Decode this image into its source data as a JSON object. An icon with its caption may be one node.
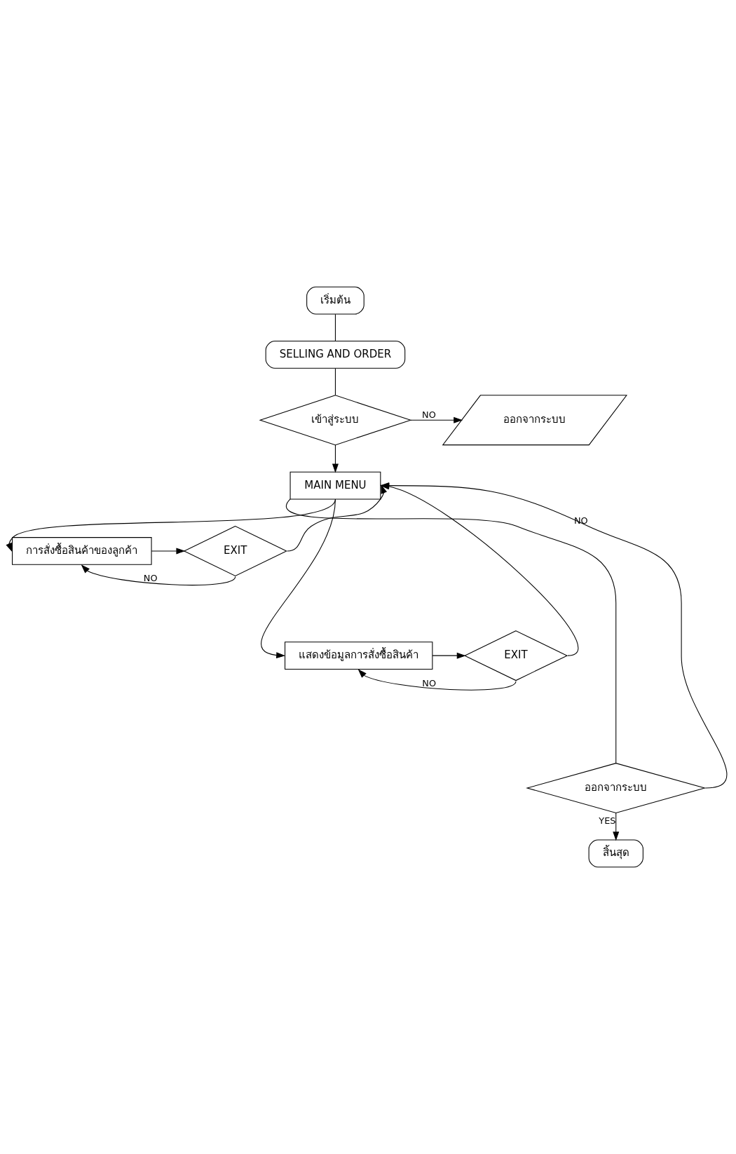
{
  "diagram": {
    "nodes": [
      {
        "text": [
          "เริ่มต้น"
        ]
      },
      {
        "text": [
          "SELLING AND ORDER"
        ]
      },
      {
        "text": [
          "เข้าสู่ระบบ"
        ]
      },
      {
        "text": [
          "ออกจากระบบ"
        ]
      },
      {
        "text": [
          "MAIN MENU"
        ]
      },
      {
        "text": [
          "การสั่งซื้อสินค้าของลูกค้า"
        ]
      },
      {
        "text": [
          "EXIT"
        ]
      },
      {
        "text": [
          "แสดงข้อมูลการสั่งซื้อสินค้า"
        ]
      },
      {
        "text": [
          "EXIT"
        ]
      },
      {
        "text": [
          "ออกจากระบบ"
        ]
      },
      {
        "text": [
          "สิ้นสุด"
        ]
      }
    ],
    "edges": [
      {
        "from": 0,
        "to": 1,
        "arrow": "none"
      },
      {
        "from": 1,
        "to": 2,
        "arrow": "none"
      },
      {
        "from": 2,
        "to": 3,
        "arrow": "to",
        "label": "NO"
      },
      {
        "from": 2,
        "to": 4,
        "arrow": "to"
      },
      {
        "from": 4,
        "to": 5,
        "arrow": "to"
      },
      {
        "from": 5,
        "to": 6,
        "arrow": "to"
      },
      {
        "from": 6,
        "to": 5,
        "arrow": "to",
        "label": "NO"
      },
      {
        "from": 6,
        "to": 4,
        "arrow": "to"
      },
      {
        "from": 4,
        "to": 7,
        "arrow": "to"
      },
      {
        "from": 7,
        "to": 8,
        "arrow": "to"
      },
      {
        "from": 8,
        "to": 7,
        "arrow": "to",
        "label": "NO"
      },
      {
        "from": 8,
        "to": 4,
        "arrow": "to"
      },
      {
        "from": 4,
        "to": 9,
        "arrow": "none"
      },
      {
        "from": 9,
        "to": 4,
        "arrow": "to",
        "label": "NO"
      },
      {
        "from": 9,
        "to": 10,
        "arrow": "to",
        "label": "YES"
      }
    ]
  }
}
